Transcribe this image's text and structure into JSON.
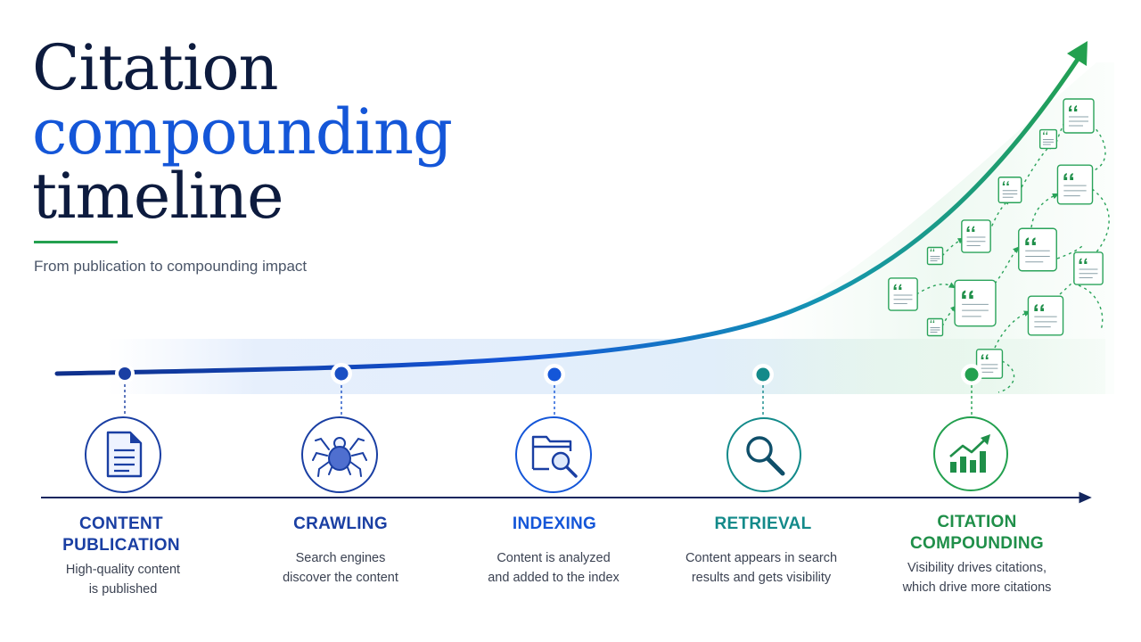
{
  "title": {
    "line1": "Citation",
    "line2": "compounding",
    "line3": "timeline"
  },
  "subtitle": "From publication to compounding impact",
  "colors": {
    "navy": "#0d1b3e",
    "blue": "#1456d8",
    "dark_blue": "#1a3fa3",
    "teal": "#138a8a",
    "green": "#23a04f"
  },
  "stages": [
    {
      "label_line1": "CONTENT",
      "label_line2": "PUBLICATION",
      "desc_line1": "High-quality content",
      "desc_line2": "is published",
      "icon": "document-icon",
      "color": "#1a3fa3"
    },
    {
      "label_line1": "CRAWLING",
      "label_line2": "",
      "desc_line1": "Search engines",
      "desc_line2": "discover the content",
      "icon": "spider-icon",
      "color": "#1a3fa3"
    },
    {
      "label_line1": "INDEXING",
      "label_line2": "",
      "desc_line1": "Content is analyzed",
      "desc_line2": "and added to the index",
      "icon": "folder-search-icon",
      "color": "#1456d8"
    },
    {
      "label_line1": "RETRIEVAL",
      "label_line2": "",
      "desc_line1": "Content appears in search",
      "desc_line2": "results and gets visibility",
      "icon": "magnifier-icon",
      "color": "#138a8a"
    },
    {
      "label_line1": "CITATION",
      "label_line2": "COMPOUNDING",
      "desc_line1": "Visibility drives citations,",
      "desc_line2": "which drive more citations",
      "icon": "growth-chart-icon",
      "color": "#23a04f"
    }
  ]
}
